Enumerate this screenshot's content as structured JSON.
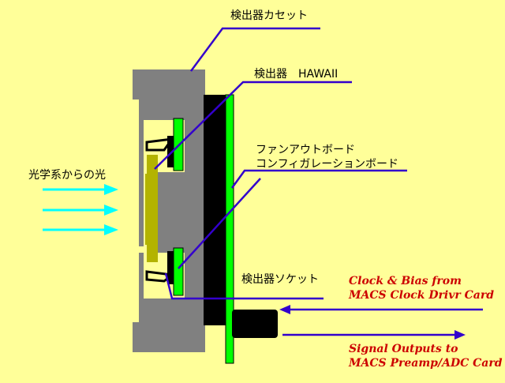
{
  "labels": {
    "cassette": "検出器カセット",
    "detector": "検出器　HAWAII",
    "fanout_line1": "ファンアウトボード",
    "fanout_line2": "コンフィガレーションボード",
    "light": "光学系からの光",
    "socket": "検出器ソケット",
    "clock_line1": "Clock & Bias from",
    "clock_line2": "MACS Clock Drivr Card",
    "signal_line1": "Signal Outputs to",
    "signal_line2": "MACS Preamp/ADC Card"
  },
  "colors": {
    "background": "#ffff99",
    "housing": "#808080",
    "board": "#000000",
    "green_board": "#00ff00",
    "detector": "#b3b300",
    "light_arrows": "#00ffff",
    "leader_lines": "#3300cc",
    "red_text": "#cc0000"
  }
}
